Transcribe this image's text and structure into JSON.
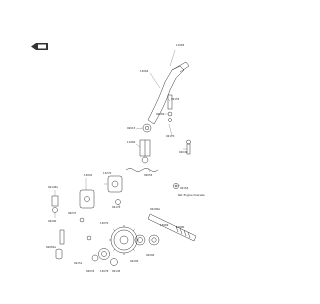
{
  "diagram": {
    "callouts": [
      {
        "id": "c1",
        "text": "11065"
      },
      {
        "id": "c2",
        "text": "13064"
      },
      {
        "id": "c3",
        "text": "92153"
      },
      {
        "id": "c4",
        "text": "92081"
      },
      {
        "id": "c5",
        "text": "92170"
      },
      {
        "id": "c6",
        "text": "92015"
      },
      {
        "id": "c7",
        "text": "11060"
      },
      {
        "id": "c8",
        "text": "92049"
      },
      {
        "id": "c9",
        "text": "92055"
      },
      {
        "id": "c10",
        "text": "92154"
      },
      {
        "id": "c11",
        "text": "13270"
      },
      {
        "id": "c12",
        "text": "92145A"
      },
      {
        "id": "c13",
        "text": "13091"
      },
      {
        "id": "c14",
        "text": "92200"
      },
      {
        "id": "c15",
        "text": "92037"
      },
      {
        "id": "c16",
        "text": "92081A"
      },
      {
        "id": "c17",
        "text": "92170"
      },
      {
        "id": "c18",
        "text": "13070"
      },
      {
        "id": "c19",
        "text": "92200A"
      },
      {
        "id": "c20",
        "text": "13069"
      },
      {
        "id": "c21",
        "text": "92151"
      },
      {
        "id": "c22",
        "text": "92033"
      },
      {
        "id": "c23",
        "text": "13078"
      },
      {
        "id": "c24",
        "text": "92145"
      },
      {
        "id": "c25",
        "text": "92200"
      },
      {
        "id": "c26",
        "text": "11080"
      },
      {
        "id": "c27",
        "text": "92200"
      }
    ],
    "note": "Ref. Engine Oversize"
  }
}
